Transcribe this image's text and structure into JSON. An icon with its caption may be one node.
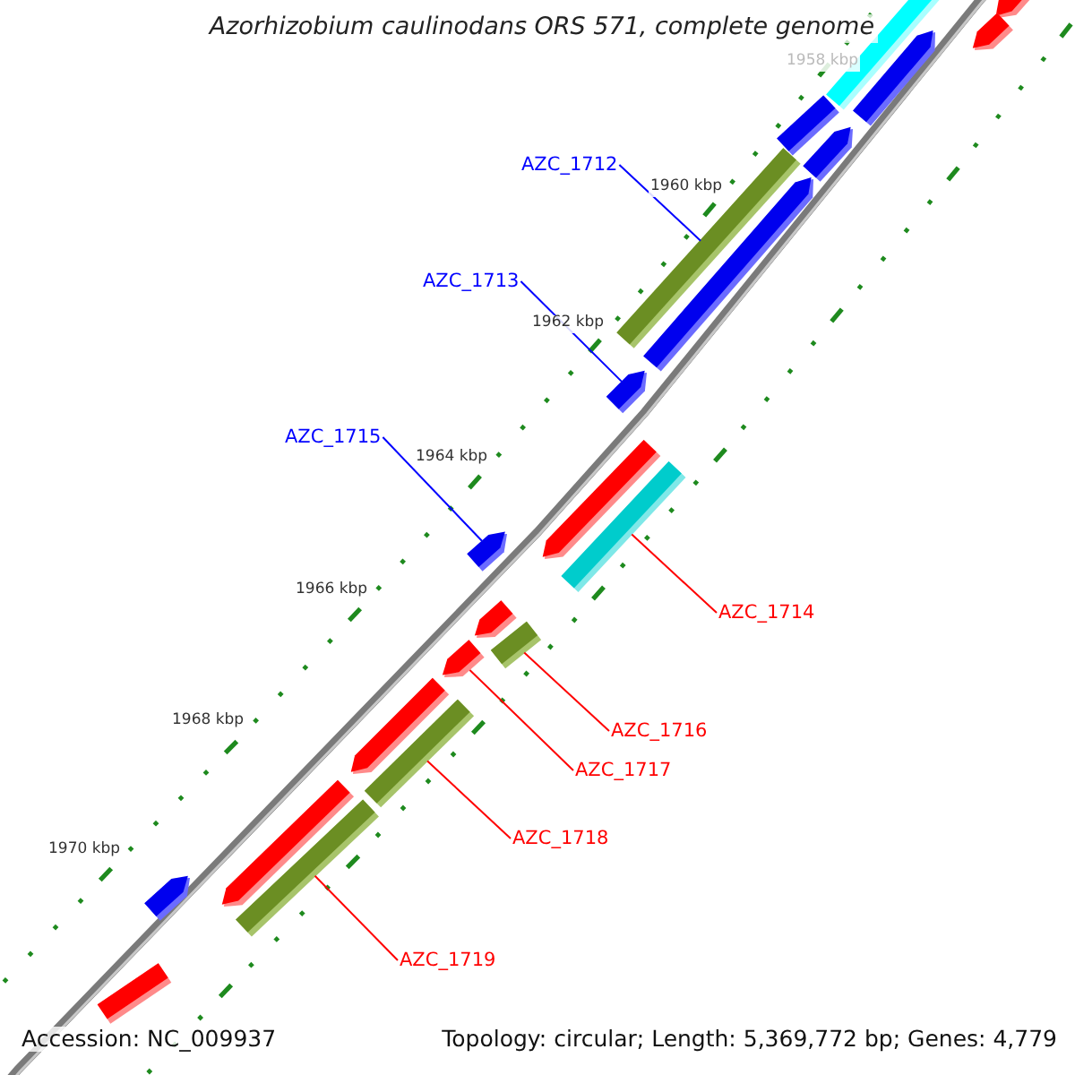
{
  "diagram": {
    "title": "Azorhizobium caulinodans ORS 571, complete genome",
    "nodes": [
      {
        "text": [
          "AZC_1712"
        ]
      },
      {
        "text": [
          "AZC_1713"
        ]
      },
      {
        "text": [
          "AZC_1715"
        ]
      },
      {
        "text": [
          "AZC_1714"
        ]
      },
      {
        "text": [
          "AZC_1716"
        ]
      },
      {
        "text": [
          "AZC_1717"
        ]
      },
      {
        "text": [
          "AZC_1718"
        ]
      },
      {
        "text": [
          "AZC_1719"
        ]
      },
      {
        "text": [],
        "shape": "arrow"
      },
      {
        "text": [],
        "shape": "arrow"
      },
      {
        "text": [],
        "shape": "bar"
      },
      {
        "text": [],
        "shape": "arrow"
      },
      {
        "text": [],
        "shape": "bar"
      },
      {
        "text": [],
        "shape": "arrow"
      },
      {
        "text": [],
        "shape": "bar"
      },
      {
        "text": [],
        "shape": "arrow"
      },
      {
        "text": [],
        "shape": "arrow"
      },
      {
        "text": [],
        "shape": "arrow"
      },
      {
        "text": [],
        "shape": "arrow"
      },
      {
        "text": [],
        "shape": "bar"
      },
      {
        "text": [],
        "shape": "arrow"
      },
      {
        "text": [],
        "shape": "bar"
      },
      {
        "text": [],
        "shape": "arrow"
      },
      {
        "text": [],
        "shape": "arrow"
      },
      {
        "text": [],
        "shape": "bar"
      },
      {
        "text": [],
        "shape": "arrow"
      },
      {
        "text": [],
        "shape": "arrow"
      },
      {
        "text": [],
        "shape": "bar"
      },
      {
        "text": [],
        "shape": "bar"
      }
    ],
    "edges": [
      {
        "from": 0,
        "to": 14,
        "arrow": "none",
        "color": "#0000ff"
      },
      {
        "from": 1,
        "to": 16,
        "arrow": "none",
        "color": "#0000ff"
      },
      {
        "from": 2,
        "to": 18,
        "arrow": "none",
        "color": "#0000ff"
      },
      {
        "from": 3,
        "to": 19,
        "arrow": "none"
      },
      {
        "from": 4,
        "to": 21,
        "arrow": "none"
      },
      {
        "from": 5,
        "to": 22,
        "arrow": "none"
      },
      {
        "from": 6,
        "to": 24,
        "arrow": "none"
      },
      {
        "from": 7,
        "to": 27,
        "arrow": "none"
      }
    ],
    "labels": [
      "1958 kbp",
      "1960 kbp",
      "1962 kbp",
      "1964 kbp",
      "1966 kbp",
      "1968 kbp",
      "1970 kbp",
      "Accession: NC_009937",
      "Topology: circular; Length: 5,369,772 bp; Genes: 4,779"
    ]
  }
}
